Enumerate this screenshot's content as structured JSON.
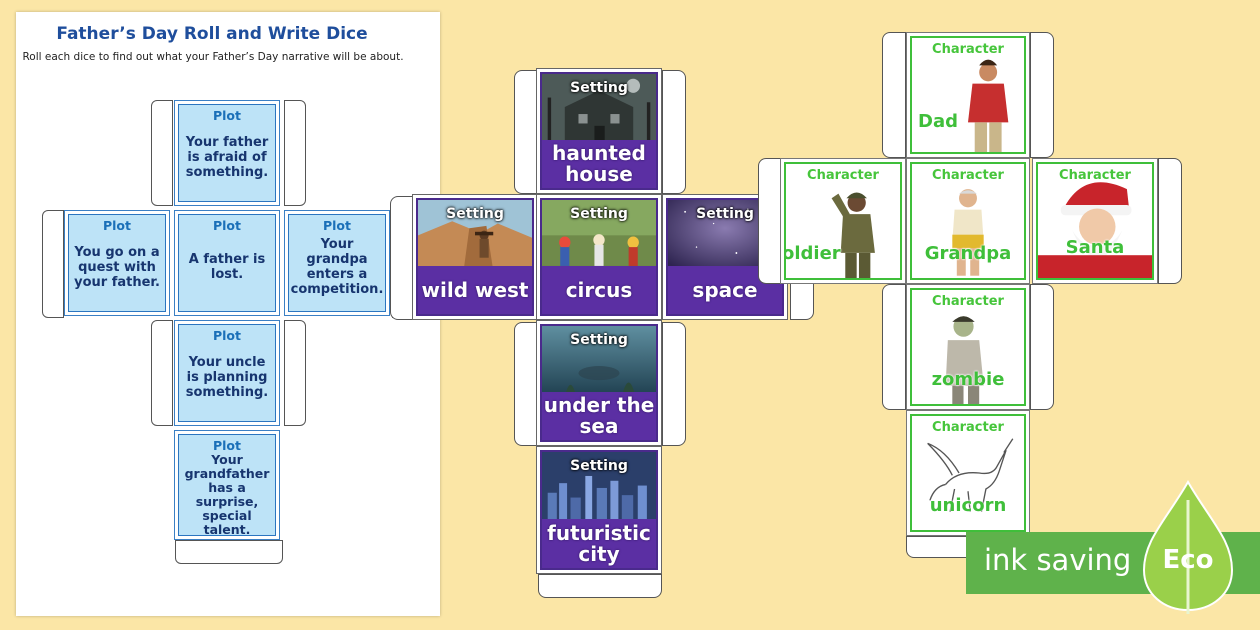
{
  "sheet": {
    "title": "Father’s Day Roll and Write Dice",
    "subtitle": "Roll each dice to find out what your Father’s Day narrative will be about."
  },
  "plot": {
    "label": "Plot",
    "faces": [
      {
        "text": "Your father is afraid of something."
      },
      {
        "text": "You go on a quest with your father."
      },
      {
        "text": "A father is lost."
      },
      {
        "text": "Your grandpa enters a competition."
      },
      {
        "text": "Your uncle is planning something."
      },
      {
        "text": "Your grandfather has a surprise, special talent."
      }
    ]
  },
  "setting": {
    "label": "Setting",
    "faces": [
      {
        "text": "haunted house"
      },
      {
        "text": "wild west"
      },
      {
        "text": "circus"
      },
      {
        "text": "space"
      },
      {
        "text": "under the sea"
      },
      {
        "text": "futuristic city"
      }
    ]
  },
  "character": {
    "label": "Character",
    "faces": [
      {
        "text": "Dad"
      },
      {
        "text": "oldier"
      },
      {
        "text": "Grandpa"
      },
      {
        "text": "Santa"
      },
      {
        "text": "zombie"
      },
      {
        "text": "unicorn"
      }
    ]
  },
  "eco": {
    "tagline": "ink saving",
    "badge": "Eco"
  },
  "colors": {
    "background": "#fbe6a6",
    "plot_face": "#bde3f7",
    "setting_band": "#5b2fa3",
    "character_green": "#3fbf3a",
    "eco_green": "#5fb24b"
  }
}
